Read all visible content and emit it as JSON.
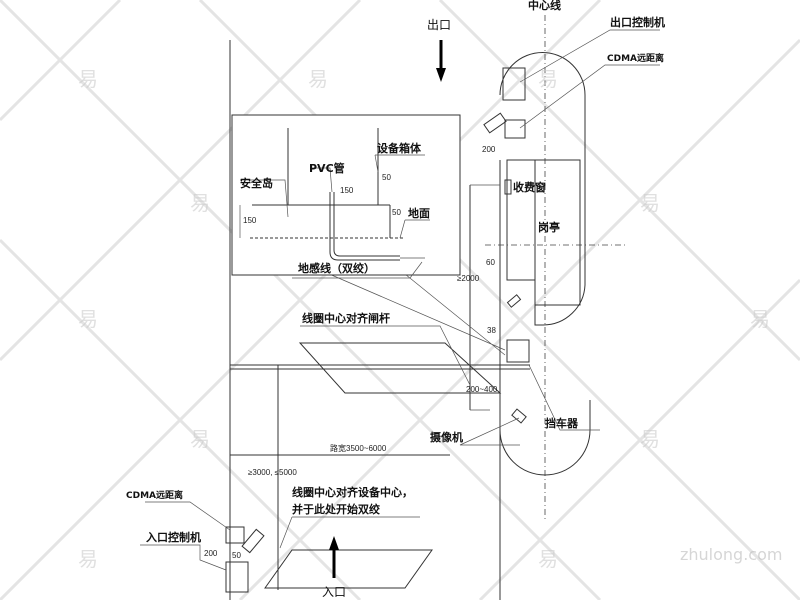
{
  "labels": {
    "center_line": "中心线",
    "exit": "出口",
    "entry": "入口",
    "exit_controller": "出口控制机",
    "cdma_far_top": "CDMA远距离",
    "cdma_far_bottom": "CDMA远距离",
    "entry_controller": "入口控制机",
    "toll_window": "收费窗",
    "booth": "岗亭",
    "coil_align_gate": "线圈中心对齐闸杆",
    "barrier": "挡车器",
    "camera": "摄像机",
    "road_width": "路宽3500~6000",
    "coil_align_device_1": "线圈中心对齐设备中心，",
    "coil_align_device_2": "并于此处开始双绞"
  },
  "inset": {
    "safety_island": "安全岛",
    "pvc_pipe": "PVC管",
    "device_box": "设备箱体",
    "ground": "地面",
    "loop_wire": "地感线（双绞）",
    "dim_150_a": "150",
    "dim_150_b": "150",
    "dim_50_a": "50",
    "dim_50_b": "50"
  },
  "dims": {
    "d200_top": "200",
    "d60": "60",
    "d2000": "≥2000",
    "d38": "38",
    "d200_400": "200~400",
    "d3000_5000": "≥3000, ≤5000",
    "d50_bottom": "50",
    "d200_bottom": "200"
  },
  "watermark": {
    "site": "zhulong.com",
    "glyph": "易"
  }
}
